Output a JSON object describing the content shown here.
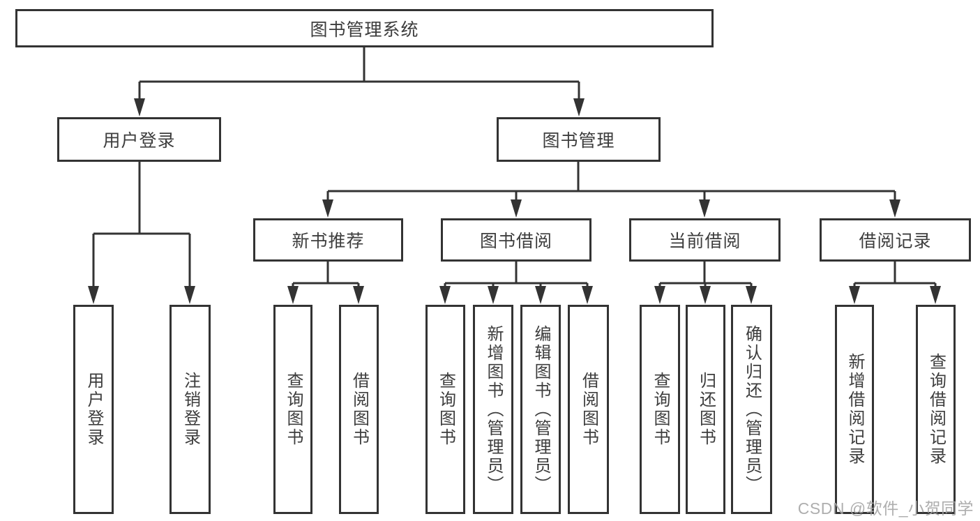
{
  "root": {
    "label": "图书管理系统"
  },
  "user_login": {
    "label": "用户登录",
    "children": [
      {
        "label": "用户登录"
      },
      {
        "label": "注销登录"
      }
    ]
  },
  "book_management": {
    "label": "图书管理",
    "groups": [
      {
        "label": "新书推荐",
        "children": [
          {
            "label": "查询图书"
          },
          {
            "label": "借阅图书"
          }
        ]
      },
      {
        "label": "图书借阅",
        "children": [
          {
            "label": "查询图书"
          },
          {
            "label": "新增图书（管理员）"
          },
          {
            "label": "编辑图书（管理员）"
          },
          {
            "label": "借阅图书"
          }
        ]
      },
      {
        "label": "当前借阅",
        "children": [
          {
            "label": "查询图书"
          },
          {
            "label": "归还图书"
          },
          {
            "label": "确认归还（管理员）"
          }
        ]
      },
      {
        "label": "借阅记录",
        "children": [
          {
            "label": "新增借阅记录"
          },
          {
            "label": "查询借阅记录"
          }
        ]
      }
    ]
  },
  "watermark": "CSDN @软件_小贺同学",
  "colors": {
    "line": "#333333",
    "text": "#3d3d3d",
    "watermark": "#a5a5a5",
    "background": "#ffffff"
  }
}
